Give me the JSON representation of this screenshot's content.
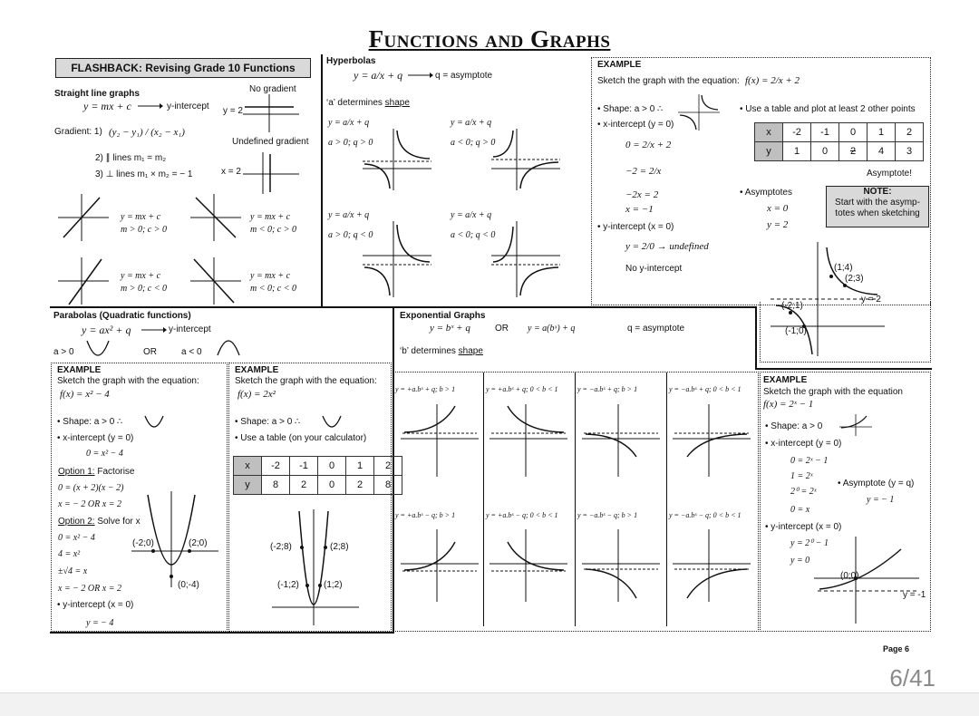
{
  "title": "Functions and Graphs",
  "flashback": {
    "heading": "FLASHBACK: Revising Grade 10 Functions",
    "straight_heading": "Straight line graphs",
    "eq": "y = mx + c",
    "y_intercept": "y-intercept",
    "gradient_label": "Gradient: 1)",
    "gradient_formula": "(y₂ − y₁) / (x₂ − x₁)",
    "parallel": "2)  ∥ lines  m₁ = m₂",
    "perp": "3)  ⊥ lines  m₁ × m₂ = − 1",
    "no_gradient": "No gradient",
    "undefined_gradient": "Undefined gradient",
    "y_eq_2": "y = 2",
    "x_eq_2": "x = 2",
    "lines": [
      {
        "eq": "y = mx + c",
        "cond": "m > 0; c > 0"
      },
      {
        "eq": "y = mx + c",
        "cond": "m < 0; c > 0"
      },
      {
        "eq": "y = mx + c",
        "cond": "m > 0; c < 0"
      },
      {
        "eq": "y = mx + c",
        "cond": "m < 0; c < 0"
      }
    ]
  },
  "hyperbolas": {
    "heading": "Hyperbolas",
    "eq": "y = a/x + q",
    "q_asym": "q = asymptote",
    "a_determines": "‘a’ determines",
    "shape": "shape",
    "cases": [
      {
        "eq": "y = a/x + q",
        "cond": "a > 0; q > 0"
      },
      {
        "eq": "y = a/x + q",
        "cond": "a < 0; q > 0"
      },
      {
        "eq": "y = a/x + q",
        "cond": "a > 0; q < 0"
      },
      {
        "eq": "y = a/x + q",
        "cond": "a < 0; q < 0"
      }
    ]
  },
  "example_hyp": {
    "label": "EXAMPLE",
    "prompt": "Sketch the graph with the equation:",
    "func": "f(x) = 2/x + 2",
    "shape": "Shape: a > 0  ∴",
    "x_int": "x-intercept (y = 0)",
    "steps": [
      "0 = 2/x + 2",
      "−2 = 2/x",
      "−2x = 2",
      "x = −1"
    ],
    "y_int": "y-intercept (x = 0)",
    "y_int_step": "y = 2/0  →  undefined",
    "no_y_int": "No y-intercept",
    "table_instr": "Use a table and plot at least 2 other points",
    "table_x": [
      "x",
      "-2",
      "-1",
      "0",
      "1",
      "2"
    ],
    "table_y": [
      "y",
      "1",
      "0",
      "2",
      "4",
      "3"
    ],
    "asymptote_note": "Asymptote!",
    "asymptotes": "Asymptotes",
    "asym_x": "x = 0",
    "asym_y": "y = 2",
    "note_title": "NOTE:",
    "note_text": "Start with the asymp- totes when sketching",
    "pts": [
      "(1;4)",
      "(2;3)",
      "(-2;1)",
      "(-1;0)"
    ],
    "y2_label": "y = 2"
  },
  "parabolas": {
    "heading": "Parabolas (Quadratic functions)",
    "eq": "y = ax² + q",
    "y_intercept": "y-intercept",
    "a_pos": "a > 0",
    "or": "OR",
    "a_neg": "a < 0",
    "ex1": {
      "label": "EXAMPLE",
      "prompt": "Sketch the graph with the equation:",
      "func": "f(x) = x² − 4",
      "shape": "Shape: a > 0  ∴",
      "x_int": "x-intercept (y = 0)",
      "s1": "0 = x² − 4",
      "opt1": "Option 1:",
      "opt1_txt": "Factorise",
      "s2": "0 = (x + 2)(x − 2)",
      "s3": "x = − 2  OR  x = 2",
      "opt2": "Option 2:",
      "opt2_txt": "Solve for x",
      "s4": "0 = x² − 4",
      "s5": "4 = x²",
      "s6": "±√4 = x",
      "s7": "x = − 2  OR  x = 2",
      "y_int": "y-intercept (x = 0)",
      "s8": "y = − 4",
      "pts": [
        "(-2;0)",
        "(2;0)",
        "(0;-4)"
      ]
    },
    "ex2": {
      "label": "EXAMPLE",
      "prompt": "Sketch the graph with the equation:",
      "func": "f(x) = 2x²",
      "shape": "Shape: a > 0  ∴",
      "table_instr": "Use a table (on your calculator)",
      "table_x": [
        "x",
        "-2",
        "-1",
        "0",
        "1",
        "2"
      ],
      "table_y": [
        "y",
        "8",
        "2",
        "0",
        "2",
        "8"
      ],
      "pts": [
        "(-2;8)",
        "(2;8)",
        "(-1;2)",
        "(1;2)"
      ]
    }
  },
  "exponential": {
    "heading": "Exponential Graphs",
    "eq1": "y = bˣ + q",
    "or": "OR",
    "eq2": "y = a(bˣ) + q",
    "q_asym": "q = asymptote",
    "b_determines": "‘b’ determines",
    "shape": "shape",
    "top_labels": [
      "y = +a.bˣ + q;  b > 1",
      "y = +a.bˣ + q;  0 < b < 1",
      "y = −a.bˣ + q;  b > 1",
      "y = −a.bˣ + q;  0 < b < 1"
    ],
    "bottom_labels": [
      "y = +a.bˣ − q; b > 1",
      "y = +a.bˣ − q; 0 < b < 1",
      "y = −a.bˣ − q; b > 1",
      "y = −a.bˣ − q; 0 < b < 1"
    ]
  },
  "example_exp": {
    "label": "EXAMPLE",
    "prompt": "Sketch the graph with the equation",
    "func": "f(x) = 2ˣ − 1",
    "shape": "Shape: a > 0",
    "x_int": "x-intercept (y = 0)",
    "steps": [
      "0 = 2ˣ − 1",
      "1 = 2ˣ",
      "2⁰ = 2ˣ",
      "0 = x"
    ],
    "asym": "Asymptote (y = q)",
    "asym_eq": "y = − 1",
    "y_int": "y-intercept (x = 0)",
    "y_steps": [
      "y = 2⁰ − 1",
      "y = 0"
    ],
    "origin": "(0;0)",
    "y_m1": "y = -1"
  },
  "footer": {
    "page": "Page 6",
    "pager": "6/41"
  }
}
